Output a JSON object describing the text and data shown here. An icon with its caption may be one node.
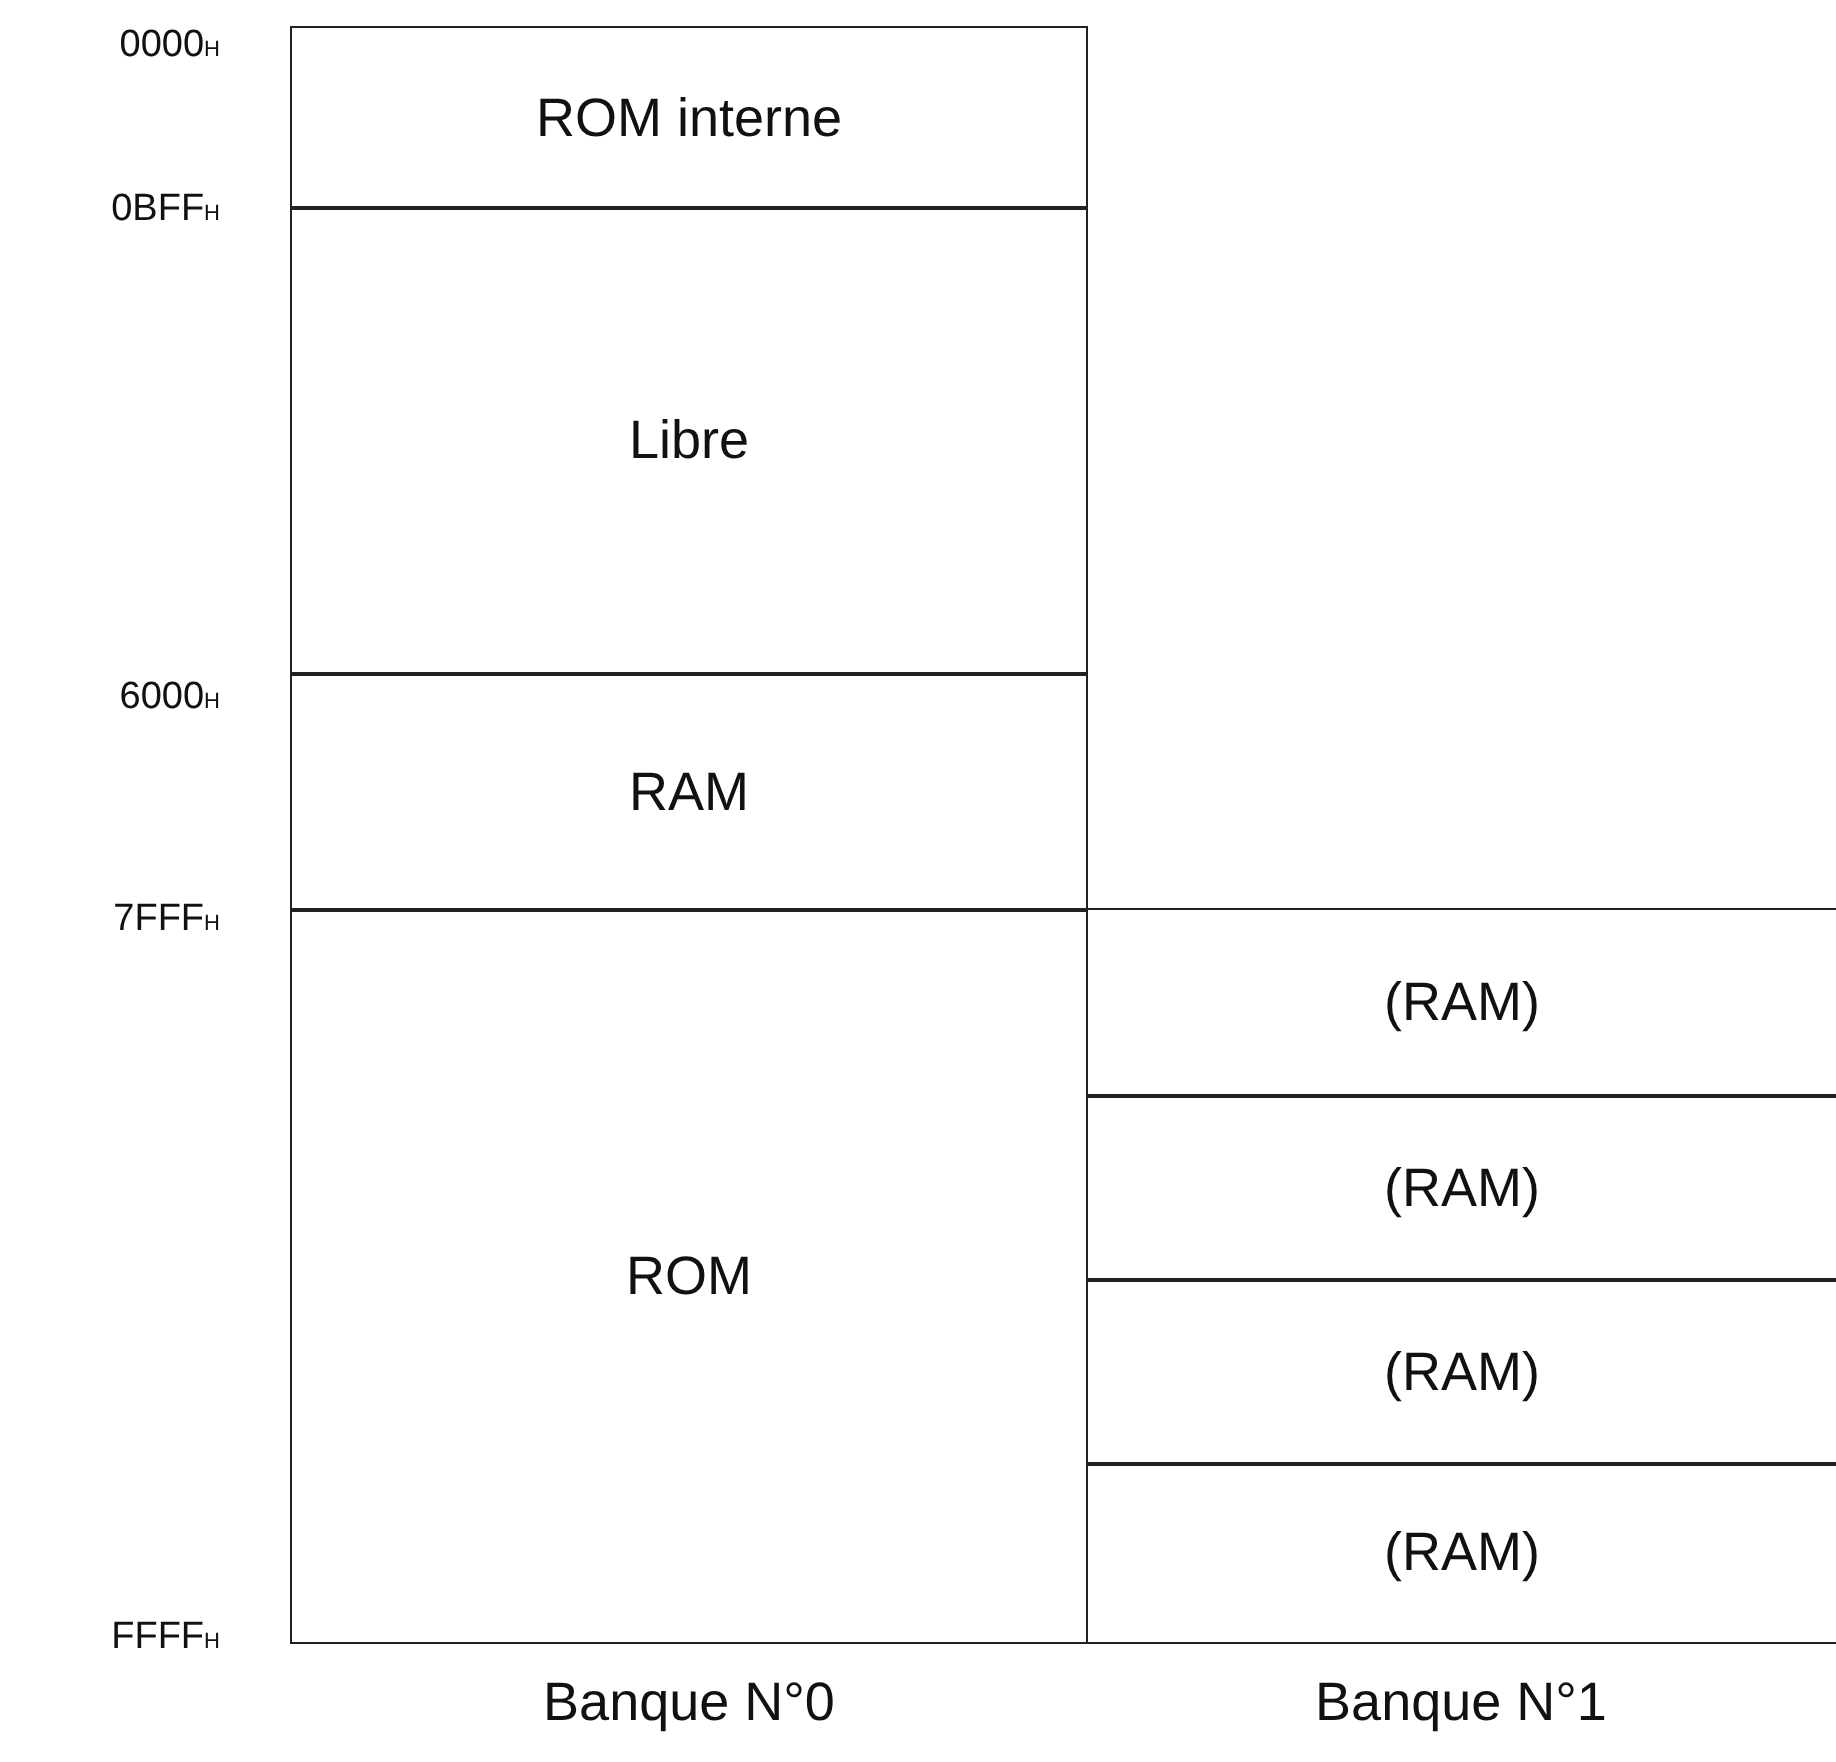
{
  "diagram": {
    "nodes": [
      {
        "text": [
          "ROM interne"
        ]
      },
      {
        "text": [
          "Libre"
        ]
      },
      {
        "text": [
          "RAM"
        ]
      },
      {
        "text": [
          "ROM"
        ]
      },
      {
        "text": [
          "(RAM)"
        ]
      },
      {
        "text": [
          "(RAM)"
        ]
      },
      {
        "text": [
          "(RAM)"
        ]
      },
      {
        "text": [
          "(RAM)"
        ]
      }
    ],
    "edges": [],
    "labels": [
      "0000$_{H}$",
      "0BFF$_{H}$",
      "6000$_{H}$",
      "7FFF$_{H}$",
      "FFFF$_{H}$",
      "Banque N°0",
      "Banque N°1"
    ]
  }
}
